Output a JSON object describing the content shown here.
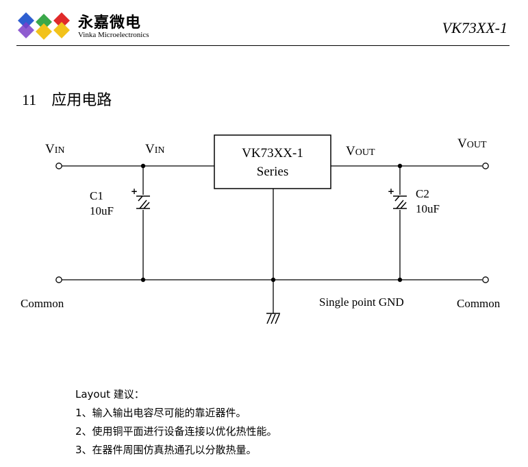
{
  "header": {
    "brand_cn": "永嘉微电",
    "brand_en": "Vinka Microelectronics",
    "doc_id": "VK73XX-1"
  },
  "section": {
    "number": "11",
    "title": "应用电路"
  },
  "circuit": {
    "vin_left_main": "V",
    "vin_left_sub": "IN",
    "vin_node_main": "V",
    "vin_node_sub": "IN",
    "ic_line1": "VK73XX-1",
    "ic_line2": "Series",
    "vout_node_main": "V",
    "vout_node_sub": "OUT",
    "vout_right_main": "V",
    "vout_right_sub": "OUT",
    "c1_name": "C1",
    "c1_value": "10uF",
    "c2_name": "C2",
    "c2_value": "10uF",
    "plus_sign": "+",
    "common_left": "Common",
    "common_right": "Common",
    "gnd_label": "Single point GND"
  },
  "notes": {
    "heading": "Layout 建议：",
    "items": [
      "1、输入输出电容尽可能的靠近器件。",
      "2、使用铜平面进行设备连接以优化热性能。",
      "3、在器件周围仿真热通孔以分散热量。"
    ]
  },
  "colors": {
    "logo_blue": "#2e5fd0",
    "logo_purple": "#7b3fc8",
    "logo_green": "#3aa84a",
    "logo_yellow": "#f2c21b",
    "logo_red": "#e02a2a",
    "line": "#000000"
  }
}
